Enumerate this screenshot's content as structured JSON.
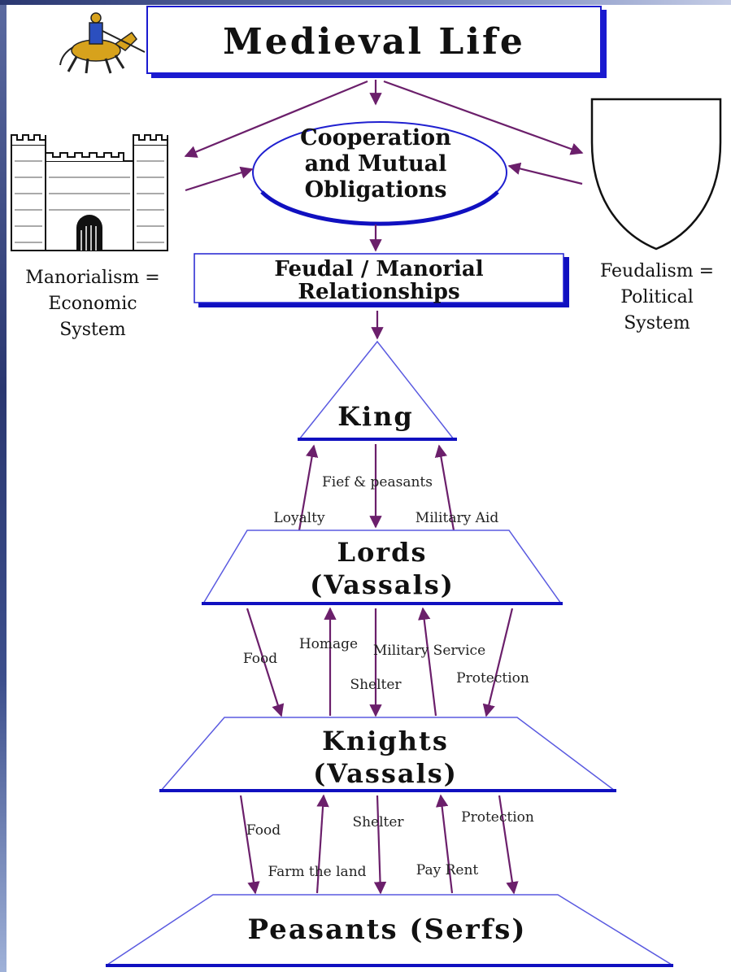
{
  "title": "Medieval Life",
  "center": {
    "ellipse": [
      "Cooperation",
      "and Mutual",
      "Obligations"
    ],
    "box": [
      "Feudal / Manorial",
      "Relationships"
    ]
  },
  "left_caption": [
    "Manorialism =",
    "Economic",
    "System"
  ],
  "right_caption": [
    "Feudalism =",
    "Political",
    "System"
  ],
  "tiers": {
    "king": "King",
    "lords": [
      "Lords",
      "(Vassals)"
    ],
    "knights": [
      "Knights",
      "(Vassals)"
    ],
    "peasants": "Peasants (Serfs)"
  },
  "labels": {
    "king_lords": {
      "fief": "Fief & peasants",
      "loyalty": "Loyalty",
      "military_aid": "Military Aid"
    },
    "lords_knights": {
      "food": "Food",
      "homage": "Homage",
      "military_service": "Military Service",
      "shelter": "Shelter",
      "protection": "Protection"
    },
    "knights_peasants": {
      "food": "Food",
      "farm": "Farm the land",
      "shelter": "Shelter",
      "pay_rent": "Pay Rent",
      "protection": "Protection"
    }
  },
  "colors": {
    "arrow": "#6b1f6b",
    "tier_outline": "#5a5ae0",
    "tier_base": "#1010c0",
    "ellipse_outline": "#2020d0"
  },
  "icons": [
    "knight-on-horse-icon",
    "castle-icon",
    "shield-icon"
  ]
}
